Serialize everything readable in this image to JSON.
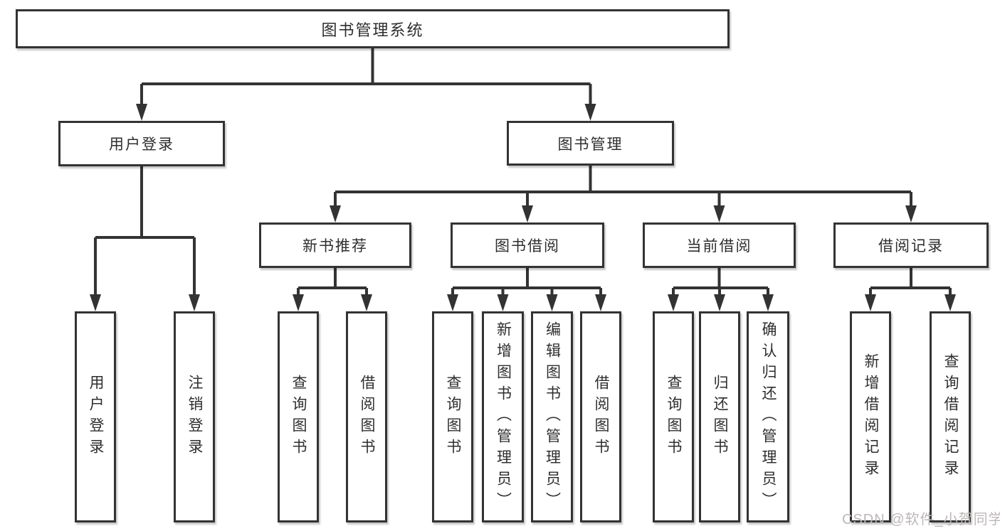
{
  "tree": {
    "root": {
      "label": "图书管理系统"
    },
    "level2": [
      {
        "label": "用户登录",
        "children": [
          {
            "label": "用户登录"
          },
          {
            "label": "注销登录"
          }
        ]
      },
      {
        "label": "图书管理",
        "children": [
          {
            "label": "新书推荐",
            "children": [
              {
                "label": "查询图书"
              },
              {
                "label": "借阅图书"
              }
            ]
          },
          {
            "label": "图书借阅",
            "children": [
              {
                "label": "查询图书"
              },
              {
                "label": "新增图书（管理员）"
              },
              {
                "label": "编辑图书（管理员）"
              },
              {
                "label": "借阅图书"
              }
            ]
          },
          {
            "label": "当前借阅",
            "children": [
              {
                "label": "查询图书"
              },
              {
                "label": "归还图书"
              },
              {
                "label": "确认归还（管理员）"
              }
            ]
          },
          {
            "label": "借阅记录",
            "children": [
              {
                "label": "新增借阅记录"
              },
              {
                "label": "查询借阅记录"
              }
            ]
          }
        ]
      }
    ]
  },
  "watermark": {
    "text": "CSDN @软件_小贺同学"
  },
  "colors": {
    "line": "#333333",
    "box_border": "#333333",
    "text": "#2e2e2e",
    "background": "#ffffff",
    "watermark": "#bdb7b7"
  }
}
